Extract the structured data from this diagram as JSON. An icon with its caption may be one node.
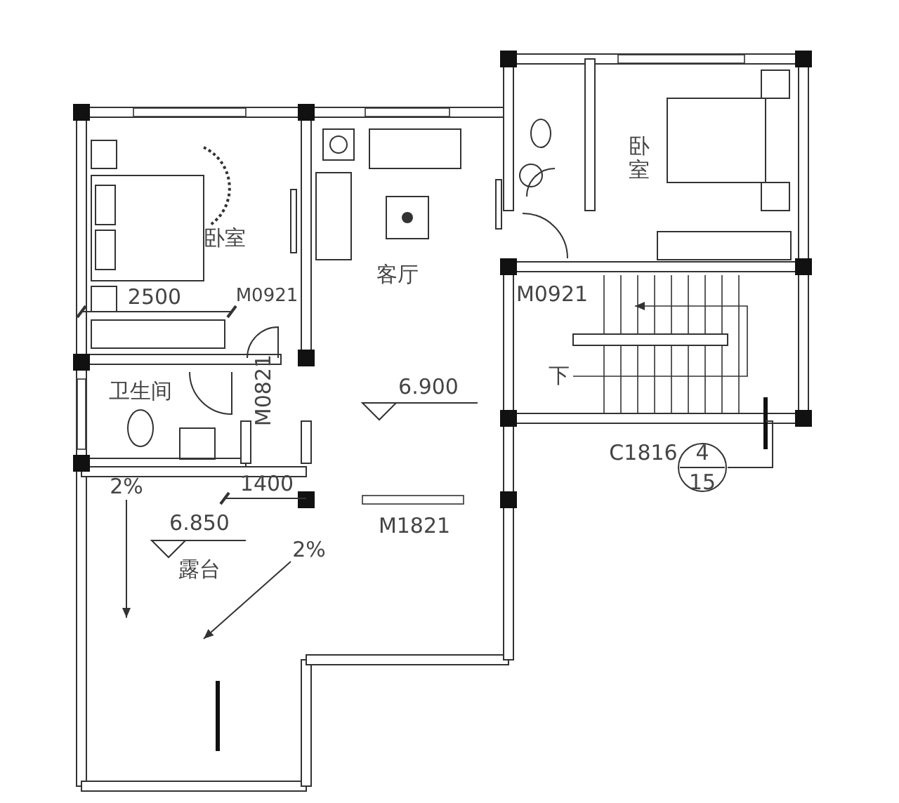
{
  "diagram": {
    "labels": [
      "卧室",
      "卧室",
      "客厅",
      "2500",
      "M0921",
      "M0921",
      "卫生间",
      "M0821",
      "下",
      "6.900",
      "C1816",
      "4",
      "2%",
      "1400",
      "15",
      "6.850",
      "M1821",
      "2%",
      "露台"
    ]
  }
}
